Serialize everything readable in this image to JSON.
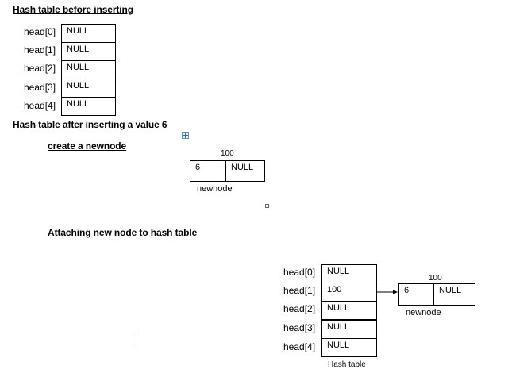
{
  "headings": {
    "before": "Hash table before inserting",
    "after": "Hash table after inserting a value 6",
    "create": "create a newnode",
    "attach": "Attaching new node to hash table"
  },
  "table_before": {
    "labels": [
      "head[0]",
      "head[1]",
      "head[2]",
      "head[3]",
      "head[4]"
    ],
    "values": [
      "NULL",
      "NULL",
      "NULL",
      "NULL",
      "NULL"
    ]
  },
  "newnode": {
    "address": "100",
    "data": "6",
    "next": "NULL",
    "label": "newnode"
  },
  "table_after": {
    "labels": [
      "head[0]",
      "head[1]",
      "head[2]",
      "head[3]",
      "head[4]"
    ],
    "values": [
      "NULL",
      "100",
      "NULL",
      "NULL",
      "NULL"
    ],
    "caption": "Hash table"
  },
  "attached_node": {
    "address": "100",
    "data": "6",
    "next": "NULL",
    "label": "newnode"
  },
  "icons": [
    "move-handle-icon",
    "resize-handle-icon",
    "text-cursor-icon",
    "arrow-icon"
  ]
}
